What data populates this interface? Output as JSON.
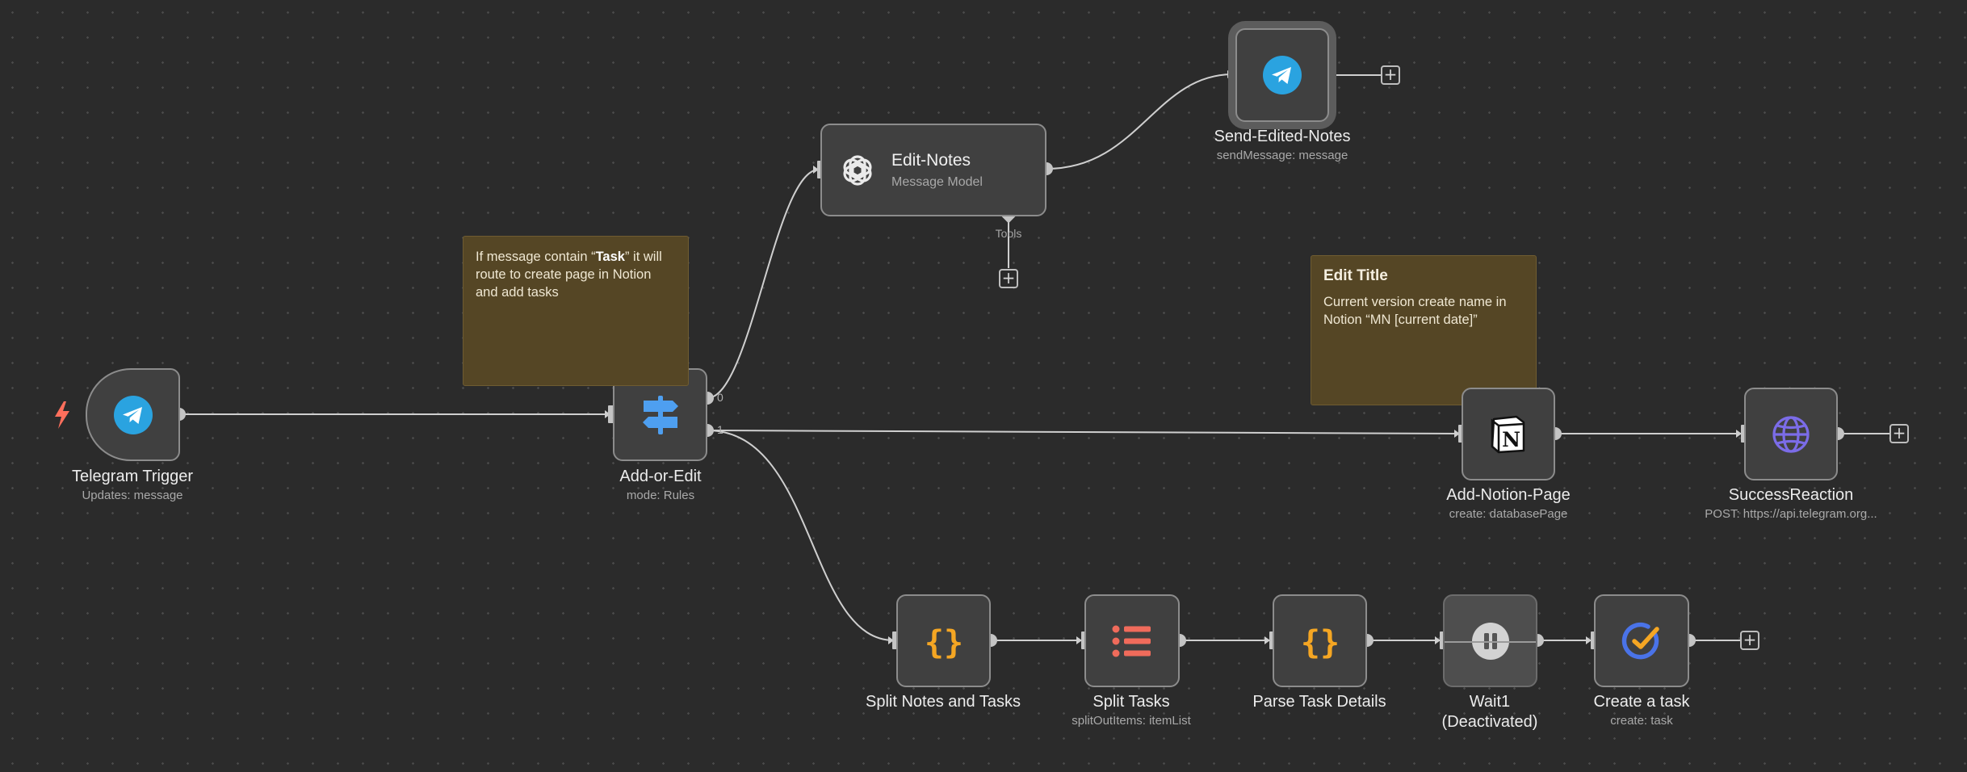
{
  "canvas": {
    "nodes": {
      "telegram_trigger": {
        "title": "Telegram Trigger",
        "subtitle": "Updates: message",
        "icon": "telegram-icon",
        "accent": "#2aa3e0"
      },
      "add_or_edit": {
        "title": "Add-or-Edit",
        "subtitle": "mode: Rules",
        "icon": "signpost-icon",
        "accent": "#4e9ff0",
        "outputs": [
          "0",
          "1"
        ]
      },
      "edit_notes": {
        "title": "Edit-Notes",
        "subtitle": "Message Model",
        "icon": "openai-icon",
        "tools_label": "Tools"
      },
      "send_edited_notes": {
        "title": "Send-Edited-Notes",
        "subtitle": "sendMessage: message",
        "icon": "telegram-icon"
      },
      "add_notion_page": {
        "title": "Add-Notion-Page",
        "subtitle": "create: databasePage",
        "icon": "notion-icon"
      },
      "success_reaction": {
        "title": "SuccessReaction",
        "subtitle": "POST: https://api.telegram.org...",
        "icon": "globe-icon",
        "accent": "#7b6ce8"
      },
      "split_notes_and_tasks": {
        "title": "Split Notes and Tasks",
        "subtitle": "",
        "icon": "code-braces-icon",
        "accent": "#f5a623"
      },
      "split_tasks": {
        "title": "Split Tasks",
        "subtitle": "splitOutItems: itemList",
        "icon": "list-icon",
        "accent": "#f06b5b"
      },
      "parse_task_details": {
        "title": "Parse Task Details",
        "subtitle": "",
        "icon": "code-braces-icon",
        "accent": "#f5a623"
      },
      "wait1": {
        "title": "Wait1",
        "subtitle": "(Deactivated)",
        "icon": "pause-icon"
      },
      "create_a_task": {
        "title": "Create a task",
        "subtitle": "create: task",
        "icon": "todoist-check-icon"
      }
    },
    "stickies": {
      "routing_note": {
        "pre": "If message contain “",
        "bold": "Task",
        "post": "” it will route to create page in Notion and add tasks"
      },
      "edit_title_note": {
        "title": "Edit Title",
        "body": "Current version create name in Notion “MN [current date]”"
      }
    }
  }
}
